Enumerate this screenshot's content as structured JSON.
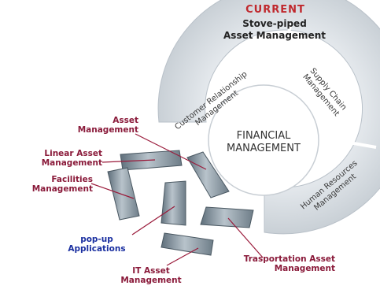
{
  "header": {
    "title": "CURRENT",
    "subtitle_line1": "Stove-piped",
    "subtitle_line2": "Asset Management"
  },
  "center": {
    "line1": "FINANCIAL",
    "line2": "MANAGEMENT"
  },
  "ring_segments": {
    "crm_line1": "Customer Relationship",
    "crm_line2": "Management",
    "scm_line1": "Supply Chain",
    "scm_line2": "Management",
    "hr_line1": "Human Resources",
    "hr_line2": "Management"
  },
  "labels": {
    "asset_line1": "Asset",
    "asset_line2": "Management",
    "linear_line1": "Linear Asset",
    "linear_line2": "Management",
    "facilities_line1": "Facilities",
    "facilities_line2": "Management",
    "popup_line1": "pop-up",
    "popup_line2": "Applications",
    "it_line1": "IT Asset",
    "it_line2": "Management",
    "transport_line1": "Trasportation Asset",
    "transport_line2": "Management"
  },
  "colors": {
    "ring": "#d6dce2",
    "ring_edge": "#b9c1c9",
    "center_fill": "#ffffff",
    "center_stroke": "#c8ced4",
    "label_red": "#8a1a3a",
    "label_blue": "#1a2fa0",
    "pointer_line": "#9a1a3a"
  }
}
